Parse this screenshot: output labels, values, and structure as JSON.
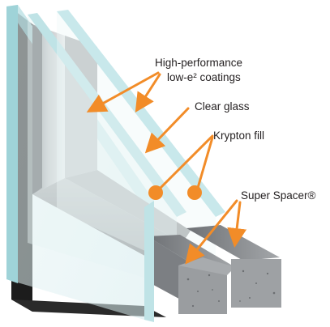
{
  "labels": {
    "coatings_line1": "High-performance",
    "coatings_line2": "low-e² coatings",
    "clear_glass": "Clear glass",
    "krypton": "Krypton fill",
    "spacer": "Super Spacer®"
  },
  "colors": {
    "accent": "#f28c28",
    "glass_edge": "#bfe3e6",
    "glass_face": "#e7f3f4",
    "frame_black": "#1c1c1c",
    "spacer_gray": "#8a8d90",
    "label_text": "#231f20"
  }
}
